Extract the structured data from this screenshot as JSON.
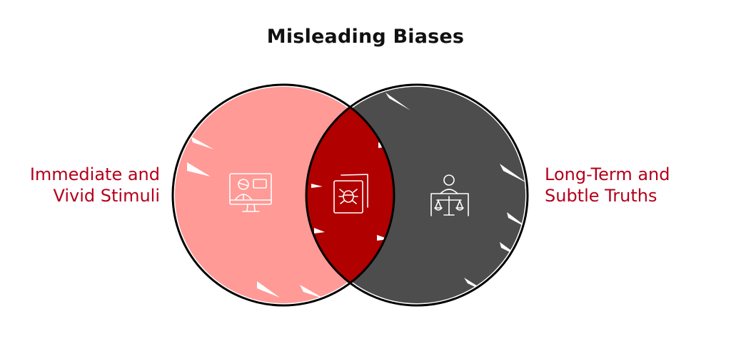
{
  "title": "Misleading Biases",
  "colors": {
    "left_fill": "#ff9a96",
    "overlap_fill": "#b00000",
    "right_fill": "#4d4d4d",
    "outline": "#000000",
    "label_text": "#b3001b",
    "icon_stroke": "#ffffff"
  },
  "sets": [
    {
      "id": "left",
      "label_line1": "Immediate and",
      "label_line2": "Vivid Stimuli",
      "icon": "monitor-video-call-icon"
    },
    {
      "id": "overlap",
      "icon": "bug-document-icon"
    },
    {
      "id": "right",
      "label_line1": "Long-Term and",
      "label_line2": "Subtle Truths",
      "icon": "judge-scales-icon"
    }
  ]
}
